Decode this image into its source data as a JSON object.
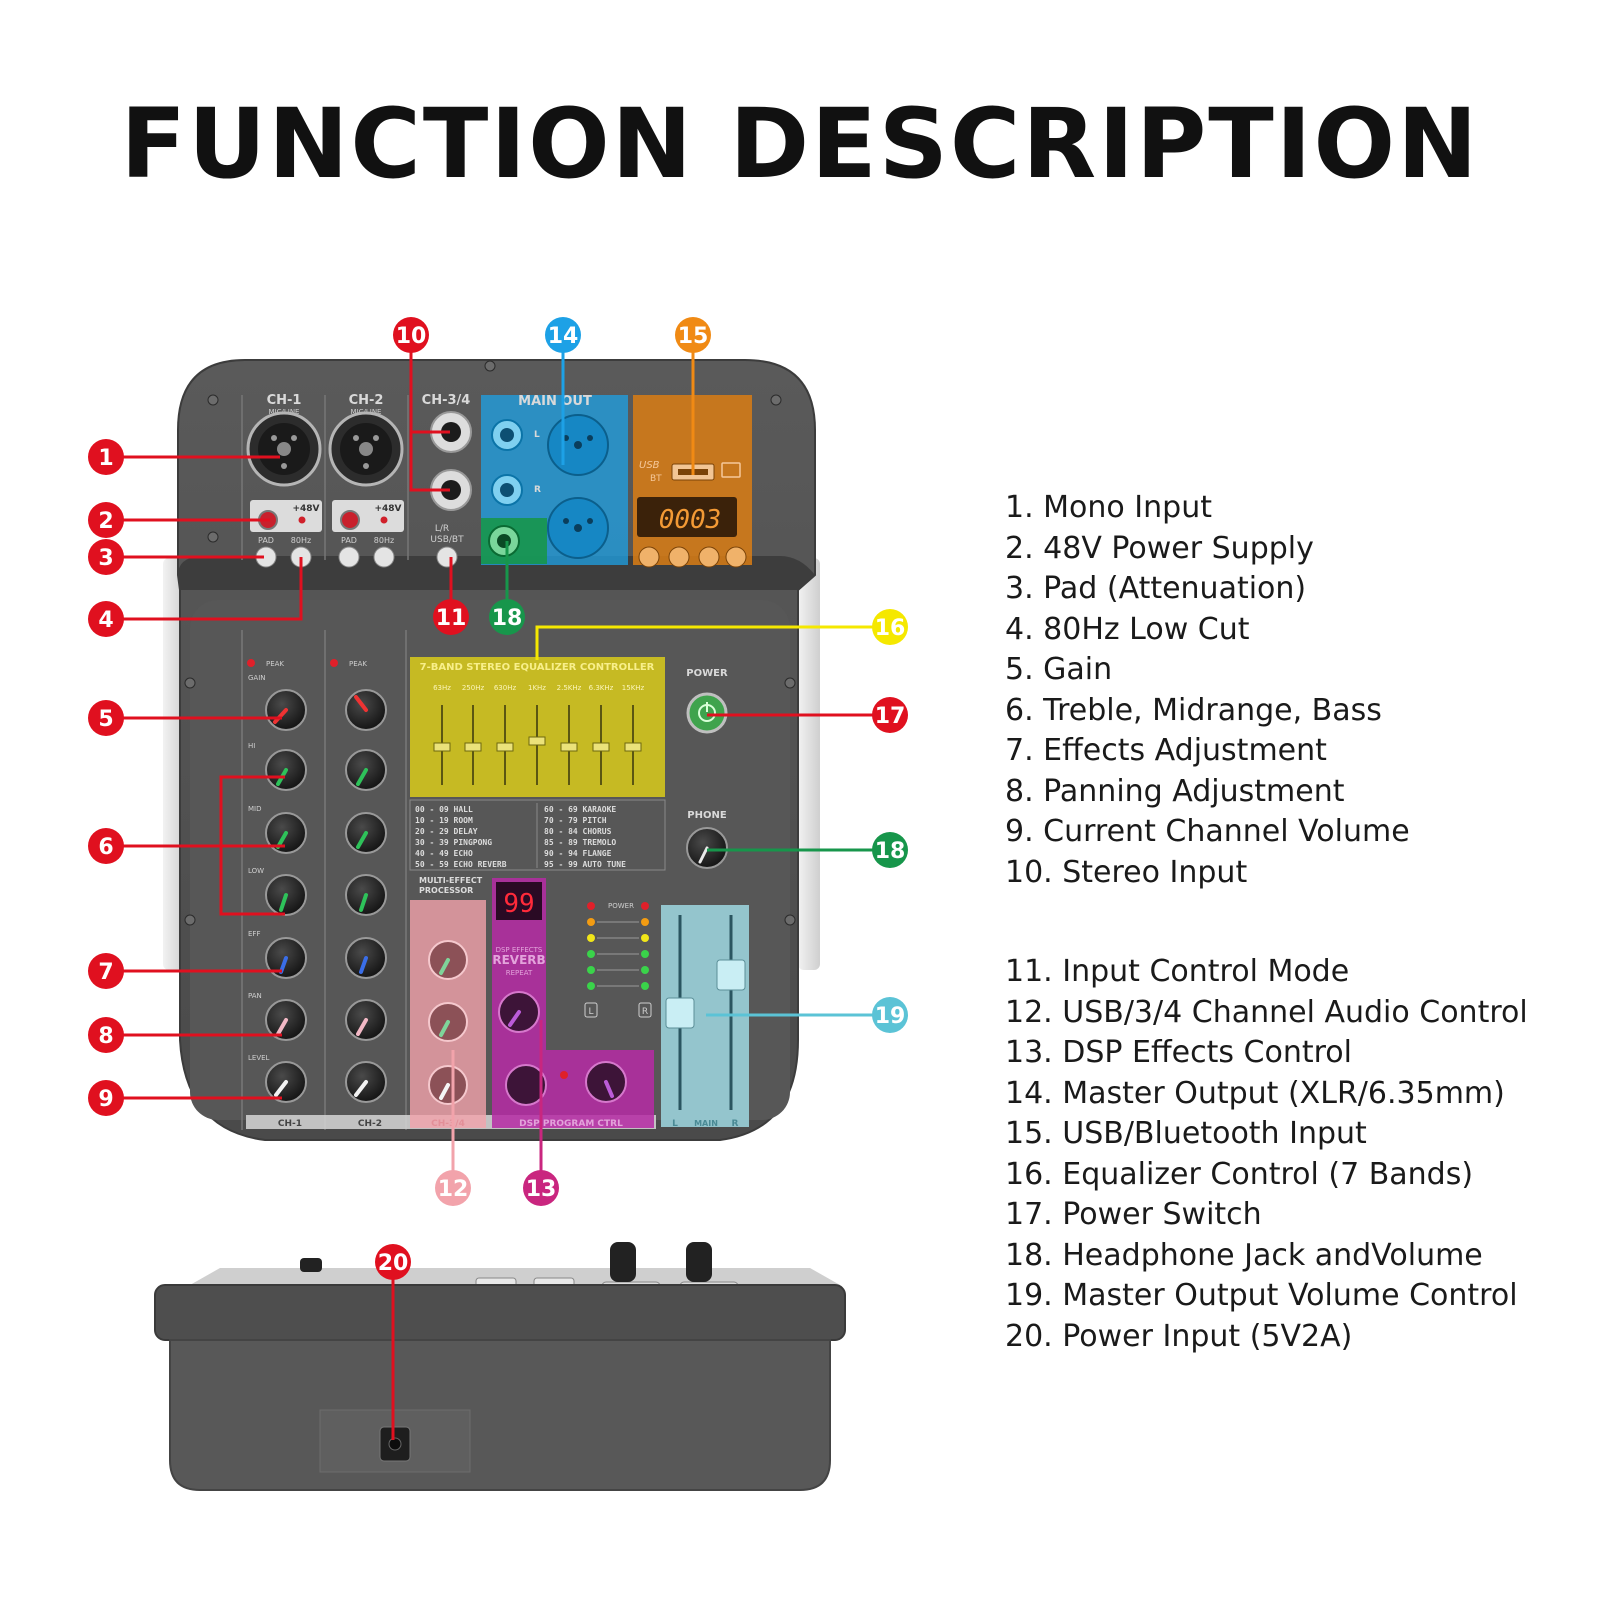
{
  "title": "FUNCTION DESCRIPTION",
  "legend": [
    "1. Mono Input",
    "2. 48V Power Supply",
    "3. Pad (Attenuation)",
    "4. 80Hz Low Cut",
    "5. Gain",
    "6. Treble, Midrange, Bass",
    "7. Effects Adjustment",
    "8. Panning Adjustment",
    "9. Current Channel Volume",
    "10. Stereo Input",
    "11. Input Control Mode",
    "12. USB/3/4 Channel Audio Control",
    "13. DSP Effects Control",
    "14. Master Output (XLR/6.35mm)",
    "15. USB/Bluetooth Input",
    "16. Equalizer Control (7 Bands)",
    "17. Power Switch",
    "18. Headphone Jack andVolume",
    "19. Master Output Volume Control",
    "20. Power Input (5V2A)"
  ],
  "callout_colors": {
    "red": "#e0101f",
    "pink": "#f2a3ab",
    "magenta": "#c9267f",
    "blue": "#1da1e6",
    "orange": "#f08a14",
    "yellow": "#f5e800",
    "green": "#17964b",
    "cyan": "#5bc3d6"
  },
  "device": {
    "channels": [
      "CH-1",
      "CH-2",
      "CH-3/4"
    ],
    "ch_sub": "MIC/LINE",
    "phantom": "+48V",
    "pad": "PAD",
    "lowcut": "80Hz",
    "input_mode": "L/R",
    "input_mode_2": "USB/BT",
    "main_out": "MAIN OUT",
    "usb": "USB",
    "bt": "BT",
    "display_digits": "0003",
    "peak": "PEAK",
    "knob_labels": [
      "GAIN",
      "HI",
      "MID",
      "LOW",
      "EFF",
      "PAN",
      "LEVEL"
    ],
    "eq_title": "7-BAND STEREO EQUALIZER CONTROLLER",
    "eq_bands": [
      "63Hz",
      "250Hz",
      "630Hz",
      "1KHz",
      "2.5KHz",
      "6.3KHz",
      "15KHz"
    ],
    "effects_left": [
      "00 - 09  HALL",
      "10 - 19  ROOM",
      "20 - 29  DELAY",
      "30 - 39  PINGPONG",
      "40 - 49  ECHO",
      "50 - 59  ECHO REVERB"
    ],
    "effects_right": [
      "60 - 69  KARAOKE",
      "70 - 79  PITCH",
      "80 - 84  CHORUS",
      "85 - 89  TREMOLO",
      "90 - 94  FLANGE",
      "95 - 99  AUTO TUNE"
    ],
    "multi_effect": "MULTI-EFFECT",
    "processor": "PROCESSOR",
    "dsp_display": "99",
    "dsp_text1": "DSP EFFECTS",
    "dsp_text2": "REVERB",
    "repeat": "REPEAT",
    "dsp_ctrl": "DSP PROGRAM CTRL",
    "power": "POWER",
    "phone": "PHONE",
    "meter_power": "POWER",
    "main": "MAIN",
    "bottom_labels": [
      "CH-1",
      "CH-2",
      "CH-3/4"
    ],
    "L": "L",
    "R": "R"
  }
}
